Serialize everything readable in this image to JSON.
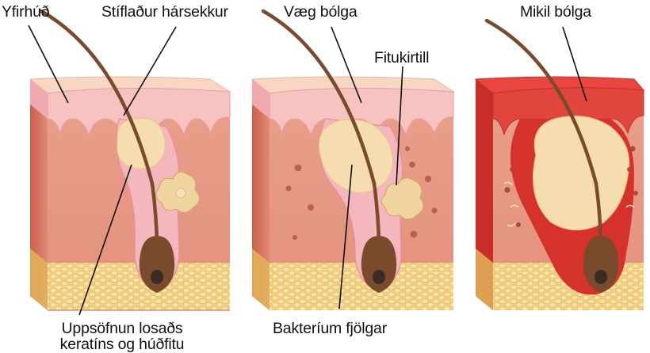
{
  "labels": {
    "epidermis": "Yfirhúð",
    "clogged_follicle": "Stíflaður hársekkur",
    "mild_inflammation": "Væg bólga",
    "sebaceous_gland": "Fitukirtill",
    "severe_inflammation": "Mikil bólga",
    "bacteria_multiply": "Bakteríum fjölgar",
    "accumulation_line1": "Uppsöfnun losaðs",
    "accumulation_line2": "keratíns og húðfitu"
  },
  "colors": {
    "dermis": "#e79a86",
    "dermis_dark": "#d3735f",
    "epidermis": "#f6c3c0",
    "skin_top": "#f7d6c2",
    "fat": "#f6dc9c",
    "hair": "#7a4a2d",
    "plug": "#f6ddb0",
    "inflamed": "#d6322c"
  }
}
